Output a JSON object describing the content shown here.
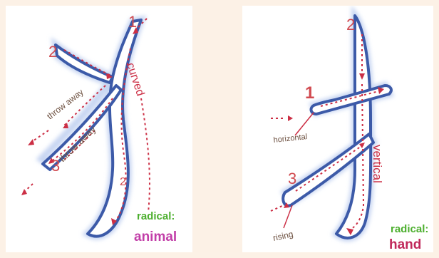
{
  "left_panel": {
    "stroke_number_1": "1",
    "stroke_number_2": "2",
    "stroke_number_3": "3",
    "stroke_number_2b": "2",
    "label_throw_away_1": "throw away",
    "label_throw_away_2": "throw away",
    "label_curved": "curved",
    "radical_label": "radical:",
    "radical_value": "animal"
  },
  "right_panel": {
    "stroke_number_1": "1",
    "stroke_number_2": "2",
    "stroke_number_3": "3",
    "label_horizontal": "horizontal",
    "label_vertical": "vertical",
    "label_rising": "rising",
    "radical_label": "radical:",
    "radical_value": "hand"
  },
  "colors": {
    "background": "#fcf1e6",
    "stroke_outline": "#3c5aa8",
    "stroke_glow": "#c8d6f2",
    "arrow": "#cc2f45",
    "number": "#d14a50",
    "radical_label": "#4caf2e",
    "radical_value_left": "#c23ea8",
    "radical_value_right": "#c0285a"
  }
}
